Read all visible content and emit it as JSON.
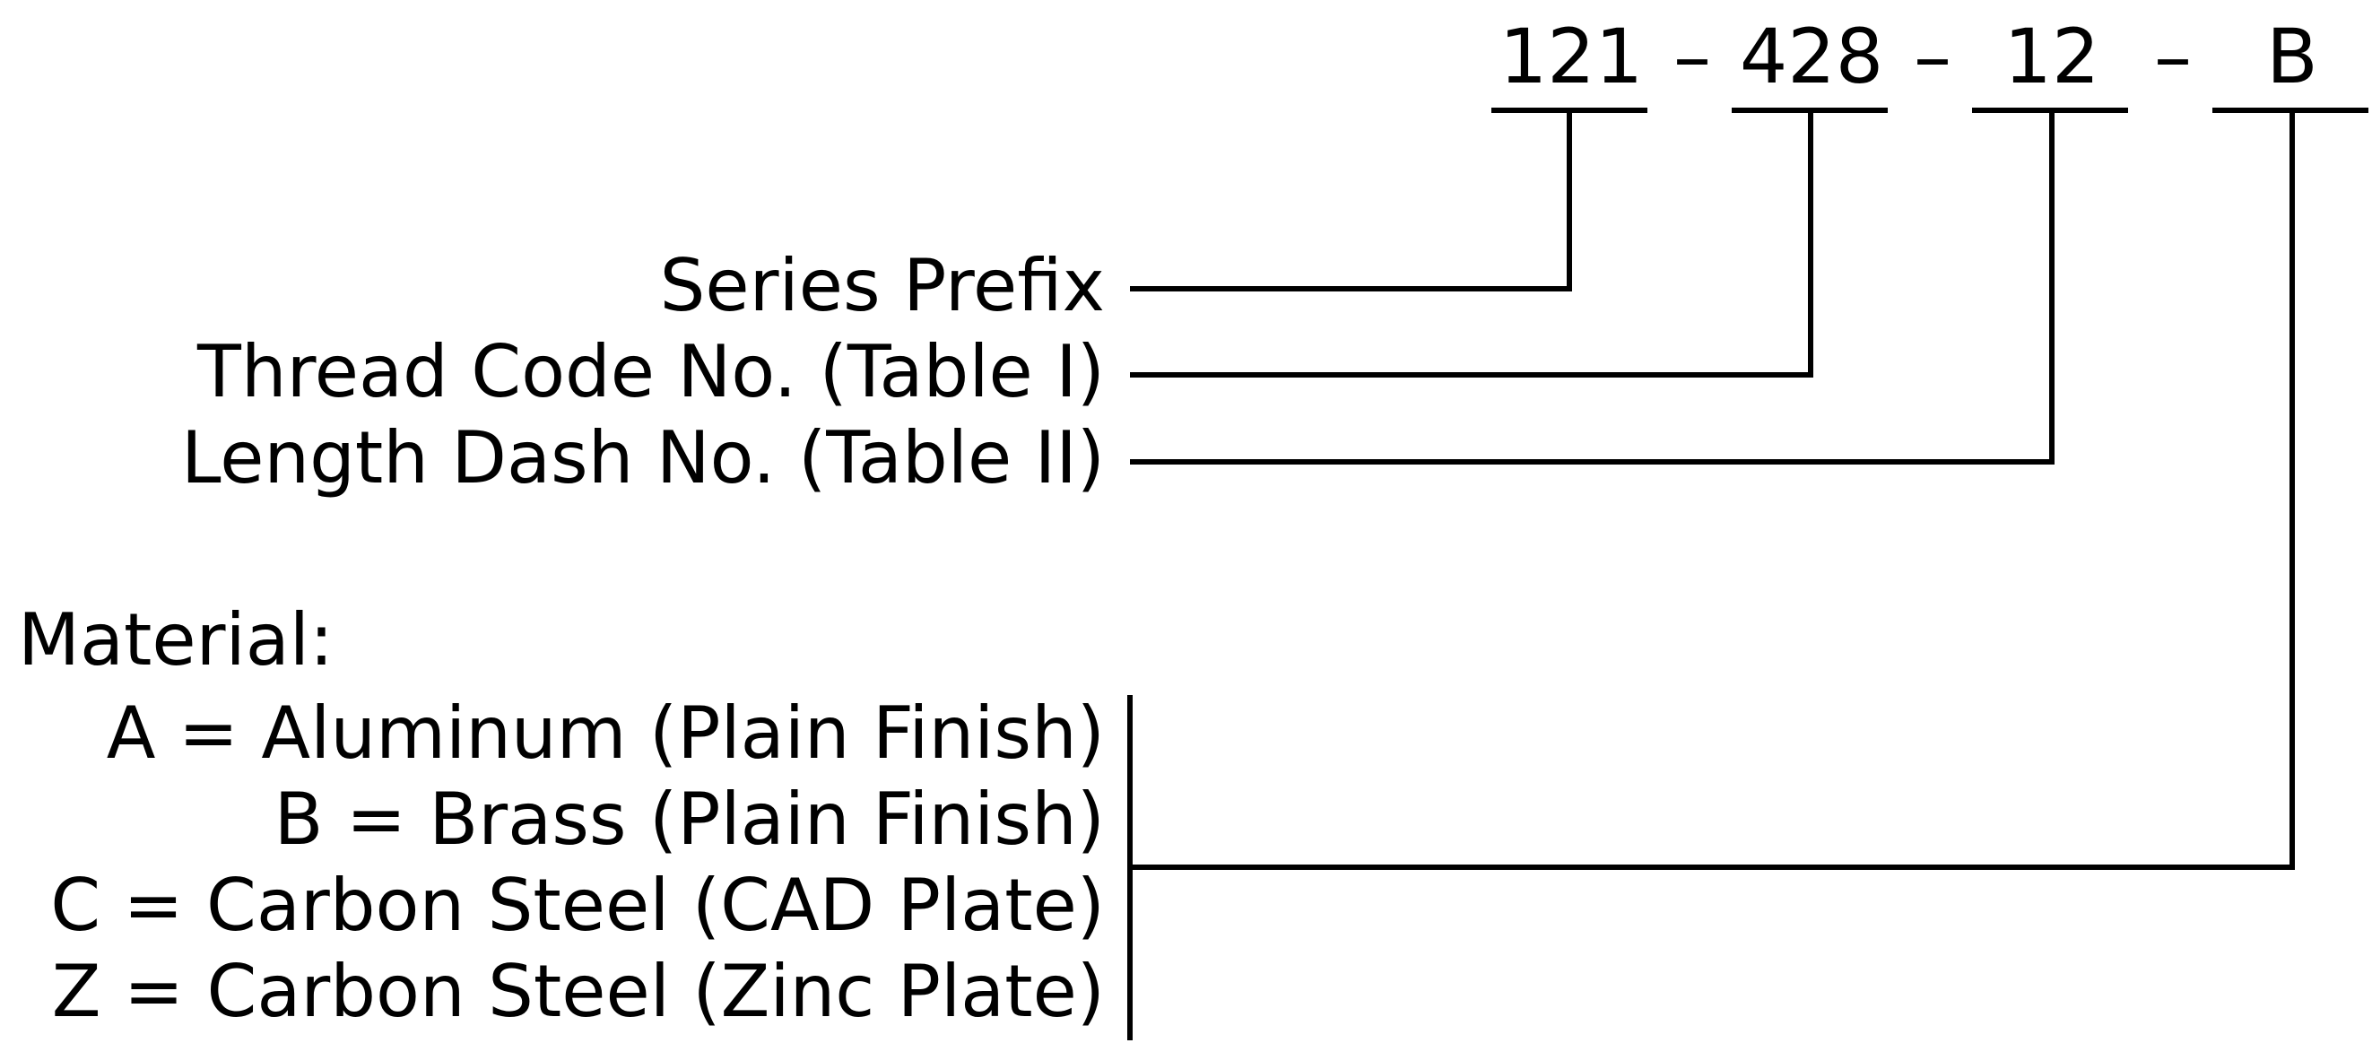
{
  "part_number": {
    "series": "121",
    "thread": "428",
    "length": "12",
    "material": "B",
    "separator": "–"
  },
  "labels": {
    "series_prefix": "Series Prefix",
    "thread_code": "Thread Code No. (Table I)",
    "length_dash": "Length Dash No. (Table II)"
  },
  "material": {
    "heading": "Material:",
    "options": [
      "A = Aluminum (Plain Finish)",
      "B = Brass (Plain Finish)",
      "C = Carbon Steel (CAD Plate)",
      "Z = Carbon Steel (Zinc Plate)"
    ]
  }
}
